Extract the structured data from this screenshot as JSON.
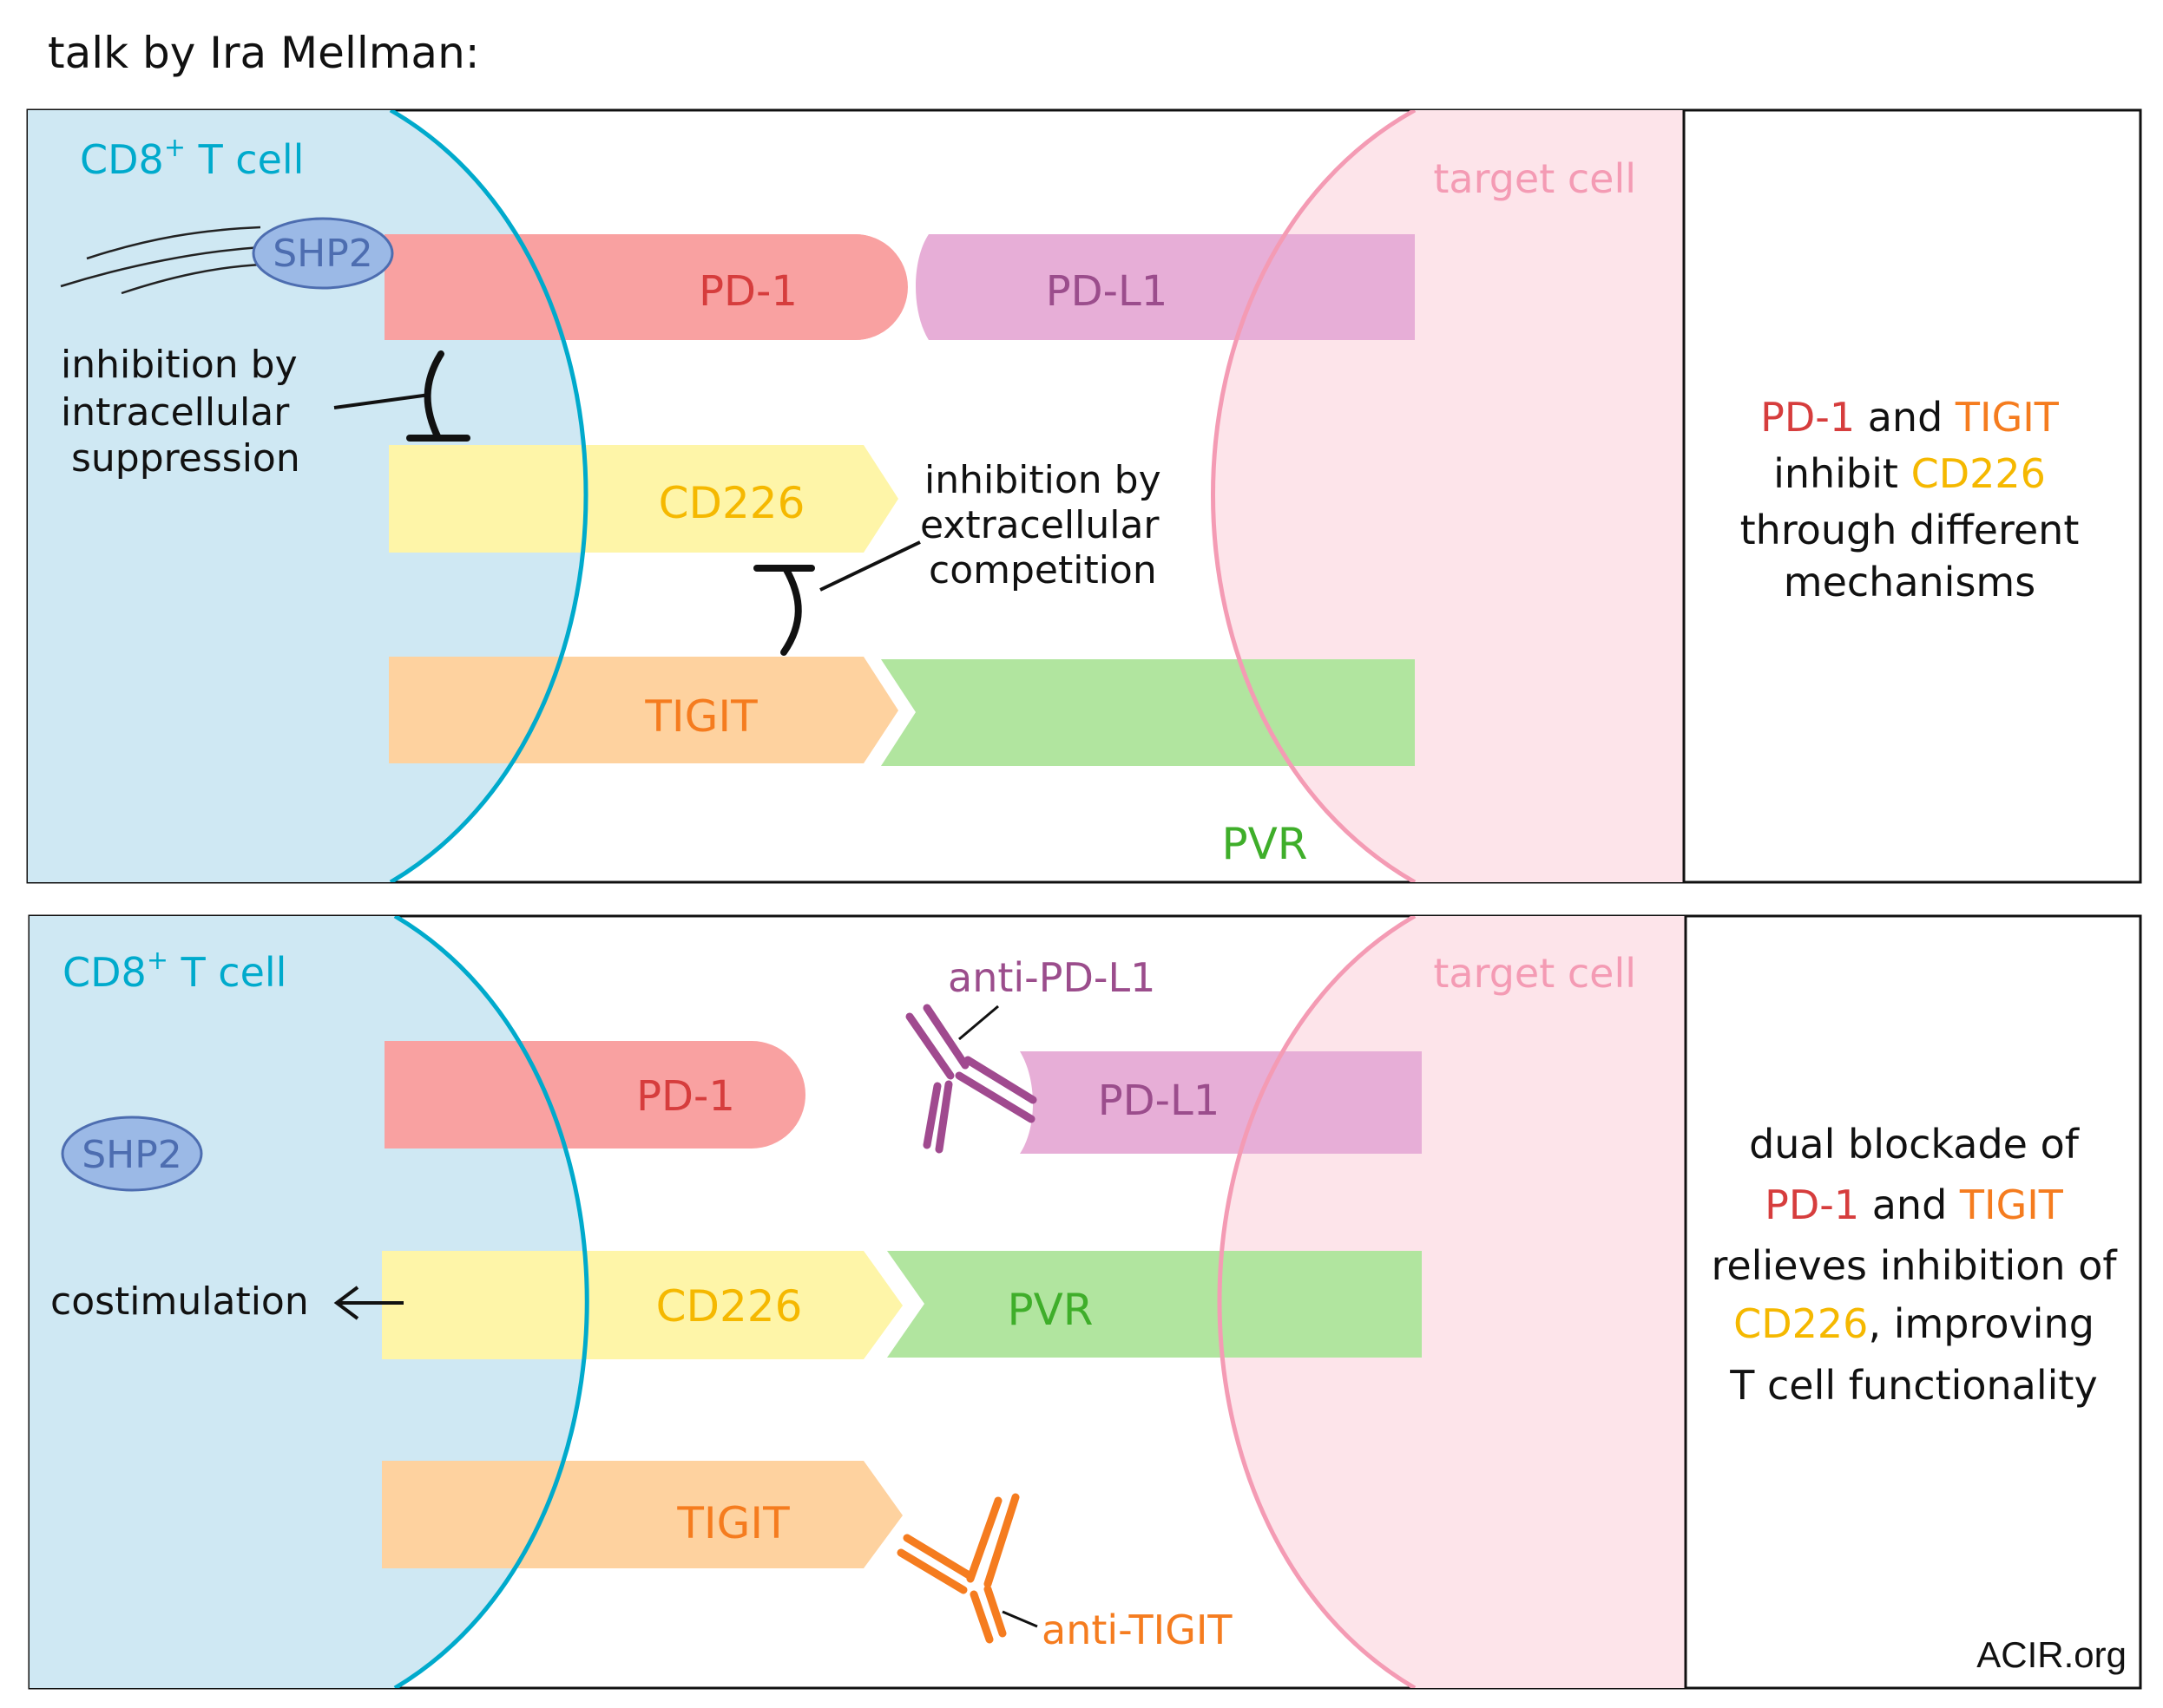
{
  "header": {
    "title": "talk by Ira Mellman:"
  },
  "panel_top": {
    "tcell_label": "CD8",
    "tcell_sup": "+",
    "tcell_suffix": " T cell",
    "target_label": "target cell",
    "shp2": "SHP2",
    "pd1": "PD-1",
    "pdl1": "PD-L1",
    "cd226": "CD226",
    "tigit": "TIGIT",
    "pvr": "PVR",
    "intra_note": [
      "inhibition by",
      "intracellular",
      "suppression"
    ],
    "extra_note": [
      "inhibition by",
      "extracellular",
      "competition"
    ],
    "side_text": {
      "line1_a": "PD-1",
      "line1_b": " and ",
      "line1_c": "TIGIT",
      "line2_a": "inhibit ",
      "line2_b": "CD226",
      "line3": "through different",
      "line4": "mechanisms"
    }
  },
  "panel_bottom": {
    "tcell_label": "CD8",
    "tcell_sup": "+",
    "tcell_suffix": " T cell",
    "target_label": "target cell",
    "shp2": "SHP2",
    "pd1": "PD-1",
    "pdl1": "PD-L1",
    "cd226": "CD226",
    "tigit": "TIGIT",
    "pvr": "PVR",
    "anti_pdl1": "anti-PD-L1",
    "anti_tigit": "anti-TIGIT",
    "costim": "costimulation",
    "side_text": {
      "line1": "dual blockade of",
      "line2_a": "PD-1",
      "line2_b": " and ",
      "line2_c": "TIGIT",
      "line3": "relieves inhibition of",
      "line4_a": "CD226",
      "line4_b": ", improving",
      "line5": "T cell functionality"
    },
    "credit": "ACIR.org"
  },
  "colors": {
    "tcell_fill": "#cfe8f3",
    "tcell_stroke": "#00aacc",
    "target_fill": "#fde4ea",
    "target_stroke": "#f49bb4",
    "pd1": "#f9a1a1",
    "pd1_text": "#d63d3d",
    "pdl1": "#e7aed7",
    "pdl1_text": "#9b4d8c",
    "cd226": "#fef5a8",
    "cd226_text": "#f5b800",
    "tigit": "#fed29f",
    "tigit_text": "#f57c1f",
    "pvr": "#b1e59f",
    "pvr_text": "#3fae2a",
    "shp2_fill": "#9bb9e6",
    "shp2_text": "#4d6db0"
  }
}
